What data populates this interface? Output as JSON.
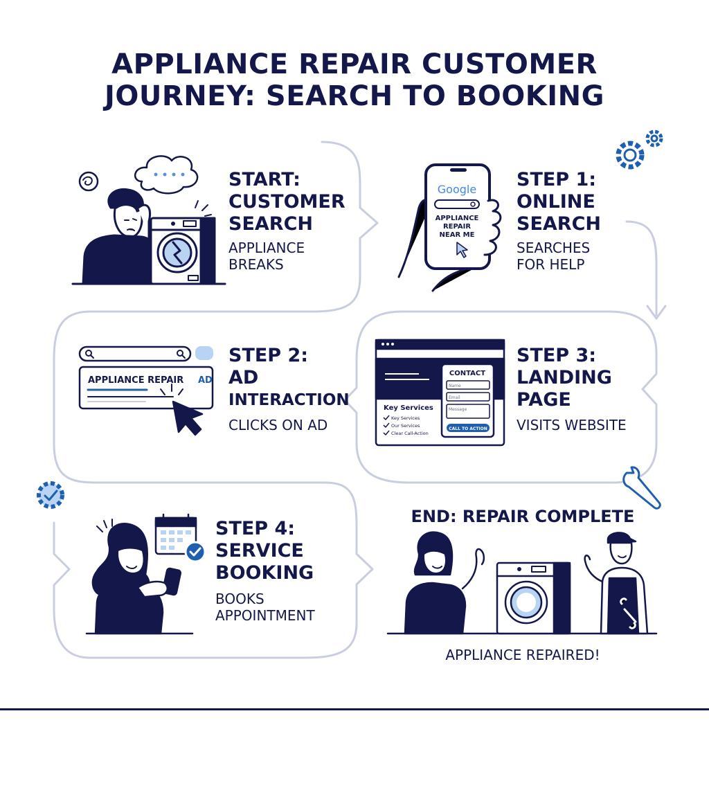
{
  "title": {
    "line1": "APPLIANCE REPAIR CUSTOMER",
    "line2": "JOURNEY: SEARCH TO BOOKING"
  },
  "colors": {
    "navy": "#14174a",
    "accent_blue": "#1f5fb0",
    "light_blue": "#b9d3f2",
    "connector_gray": "#c9cde0"
  },
  "steps": [
    {
      "id": "start",
      "title_lines": [
        "START:",
        "CUSTOMER",
        "SEARCH"
      ],
      "desc_lines": [
        "APPLIANCE",
        "BREAKS"
      ],
      "icon": "confused-person-broken-washer-icon"
    },
    {
      "id": "step1",
      "title_lines": [
        "STEP 1:",
        "ONLINE",
        "SEARCH"
      ],
      "desc_lines": [
        "SEARCHES",
        "FOR HELP"
      ],
      "icon": "phone-search-icon",
      "phone": {
        "logo": "Google",
        "query_lines": [
          "APPLIANCE",
          "REPAIR",
          "NEAR ME"
        ]
      }
    },
    {
      "id": "step2",
      "title_lines": [
        "STEP 2:",
        "AD",
        "INTERACTION"
      ],
      "desc_lines": [
        "CLICKS ON AD"
      ],
      "icon": "ad-click-icon",
      "ad": {
        "label": "APPLIANCE REPAIR",
        "tag": "AD"
      }
    },
    {
      "id": "step3",
      "title_lines": [
        "STEP 3:",
        "LANDING",
        "PAGE"
      ],
      "desc_lines": [
        "VISITS WEBSITE"
      ],
      "icon": "website-icon",
      "website": {
        "contact_heading": "CONTACT",
        "fields": [
          "Name",
          "Email",
          "Message"
        ],
        "cta": "CALL TO ACTION",
        "services_heading": "Key Services",
        "services": [
          "Key Services",
          "Our Services",
          "Clear Call-Action"
        ]
      }
    },
    {
      "id": "step4",
      "title_lines": [
        "STEP 4:",
        "SERVICE",
        "BOOKING"
      ],
      "desc_lines": [
        "BOOKS",
        "APPOINTMENT"
      ],
      "icon": "calendar-booking-icon"
    },
    {
      "id": "end",
      "title_lines": [
        "END: REPAIR COMPLETE"
      ],
      "desc_lines": [
        "APPLIANCE REPAIRED!"
      ],
      "icon": "customer-technician-washer-icon"
    }
  ]
}
